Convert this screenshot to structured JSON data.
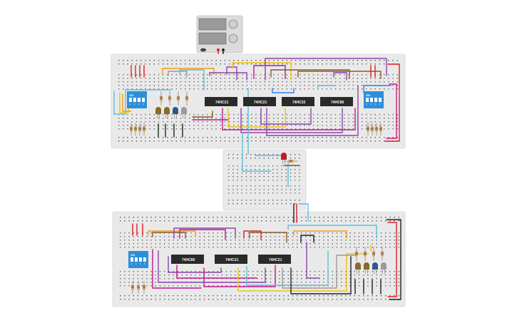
{
  "power_supply": {
    "name": "power-supply"
  },
  "top_board": {
    "chips": [
      "74HC21",
      "74HC21",
      "74HC32",
      "74HC86"
    ],
    "dip_switches": [
      {
        "label": "ON",
        "numbers": [
          "1",
          "2",
          "3",
          "4"
        ]
      },
      {
        "label": "ON",
        "numbers": [
          "1",
          "2",
          "3",
          "4"
        ]
      }
    ],
    "leds": [
      "#8a6a2a",
      "#8a6a2a",
      "#2a5a8a",
      "#9a9a9a"
    ]
  },
  "middle_board": {
    "leds": [
      "#b52020"
    ]
  },
  "bottom_board": {
    "chips": [
      "74HC86",
      "74HC21",
      "74HC21"
    ],
    "dip_switches": [
      {
        "label": "ON",
        "numbers": [
          "1",
          "2",
          "3",
          "4"
        ]
      }
    ],
    "leds": [
      "#8a6a2a",
      "#8a6a2a",
      "#2a5a8a",
      "#9a9a9a"
    ]
  },
  "colors": {
    "red": "#e02020",
    "black": "#222222",
    "cyan": "#5bc0de",
    "purple": "#8e44ad",
    "magenta": "#c2178f",
    "yellow": "#f1c40f",
    "orange": "#f39c12",
    "brown": "#8b5a2b",
    "gray": "#9a9a9a",
    "blue": "#2f80ed",
    "board": "#e9e9e9",
    "chip": "#2a2a2a",
    "dip": "#2d8fd8"
  }
}
